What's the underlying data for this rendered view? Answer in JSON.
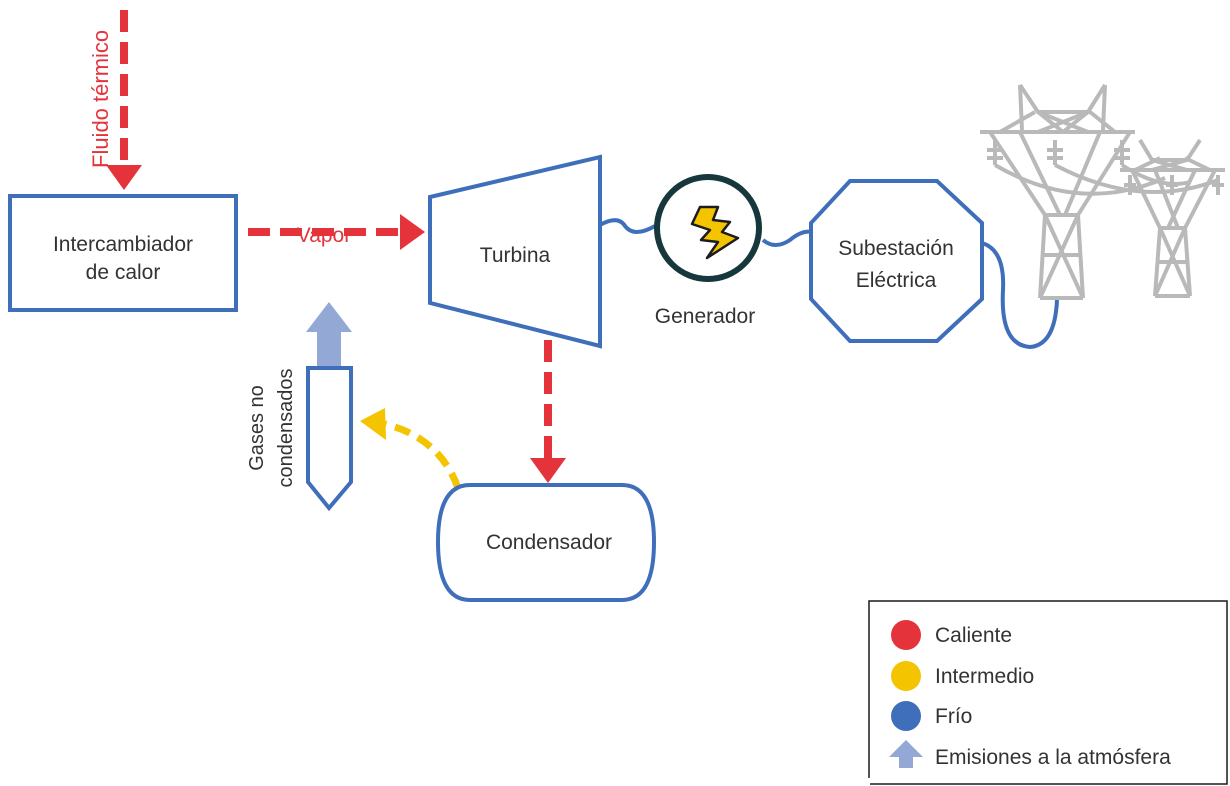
{
  "colors": {
    "hot": "#e5333b",
    "intermediate": "#f5c400",
    "cold": "#3f6fba",
    "emission": "#94a8d6",
    "tower": "#b9b9b9",
    "generator_ring": "#16373b",
    "text": "#333333"
  },
  "labels": {
    "thermal_fluid": "Fluido térmico",
    "vapor": "Vapor",
    "heat_exchanger_line1": "Intercambiador",
    "heat_exchanger_line2": "de calor",
    "turbine": "Turbina",
    "generator": "Generador",
    "substation_line1": "Subestación",
    "substation_line2": "Eléctrica",
    "condenser": "Condensador",
    "gases_line1": "Gases no",
    "gases_line2": "condensados"
  },
  "icons": {
    "generator": "lightning-bolt-icon",
    "towers": "transmission-tower-icon"
  },
  "legend": {
    "items": [
      {
        "label": "Caliente",
        "marker": "circle",
        "color_key": "hot"
      },
      {
        "label": "Intermedio",
        "marker": "circle",
        "color_key": "intermediate"
      },
      {
        "label": "Frío",
        "marker": "circle",
        "color_key": "cold"
      },
      {
        "label": "Emisiones a la atmósfera",
        "marker": "arrow",
        "color_key": "emission"
      }
    ]
  }
}
